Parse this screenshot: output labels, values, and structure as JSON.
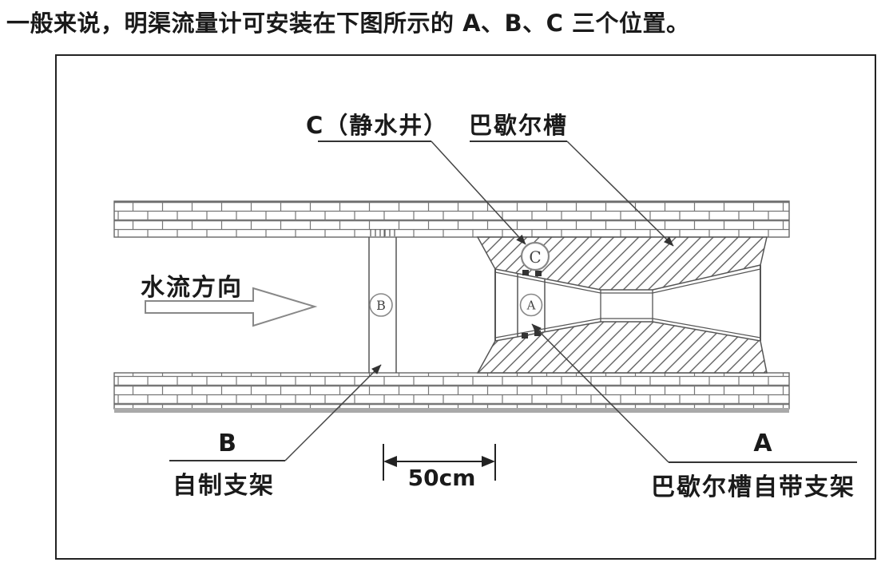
{
  "caption": "一般来说，明渠流量计可安装在下图所示的 A、B、C 三个位置。",
  "diagram": {
    "labels": {
      "position_c": "C（静水井）",
      "flume_name": "巴歇尔槽",
      "flow_direction": "水流方向",
      "position_b_letter": "B",
      "position_b_desc": "自制支架",
      "position_a_letter": "A",
      "position_a_desc": "巴歇尔槽自带支架",
      "dimension": "50cm"
    },
    "markers": {
      "c": "C",
      "a": "A",
      "b": "B"
    },
    "colors": {
      "text": "#1a1a1a",
      "frame_border": "#222222",
      "wall_line": "#777777",
      "flume_line": "#555555",
      "shadow_strip": "#a9a9a9"
    }
  }
}
